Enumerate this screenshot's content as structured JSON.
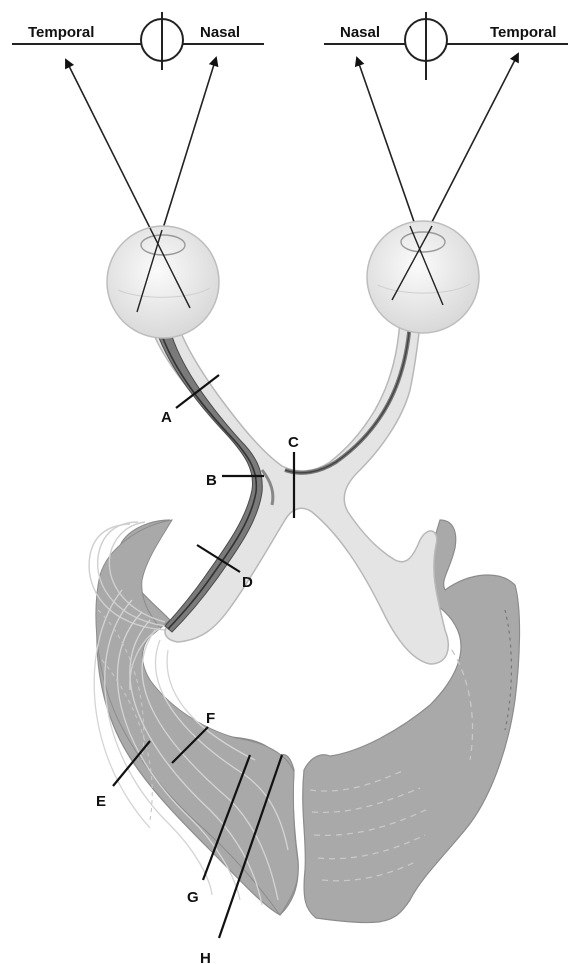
{
  "visual_fields": {
    "left": {
      "temporal_label": "Temporal",
      "nasal_label": "Nasal"
    },
    "right": {
      "nasal_label": "Nasal",
      "temporal_label": "Temporal"
    }
  },
  "pathway_labels": {
    "a": "A",
    "b": "B",
    "c": "C",
    "d": "D",
    "e": "E",
    "f": "F",
    "g": "G",
    "h": "H"
  },
  "colors": {
    "tissue": "#e4e4e4",
    "tissue_edge": "#b8b8b8",
    "radiation": "#a9a9a9",
    "radiation_edge": "#8c8c8c",
    "fiber_dark": "#4a4a4a",
    "line": "#111111"
  }
}
